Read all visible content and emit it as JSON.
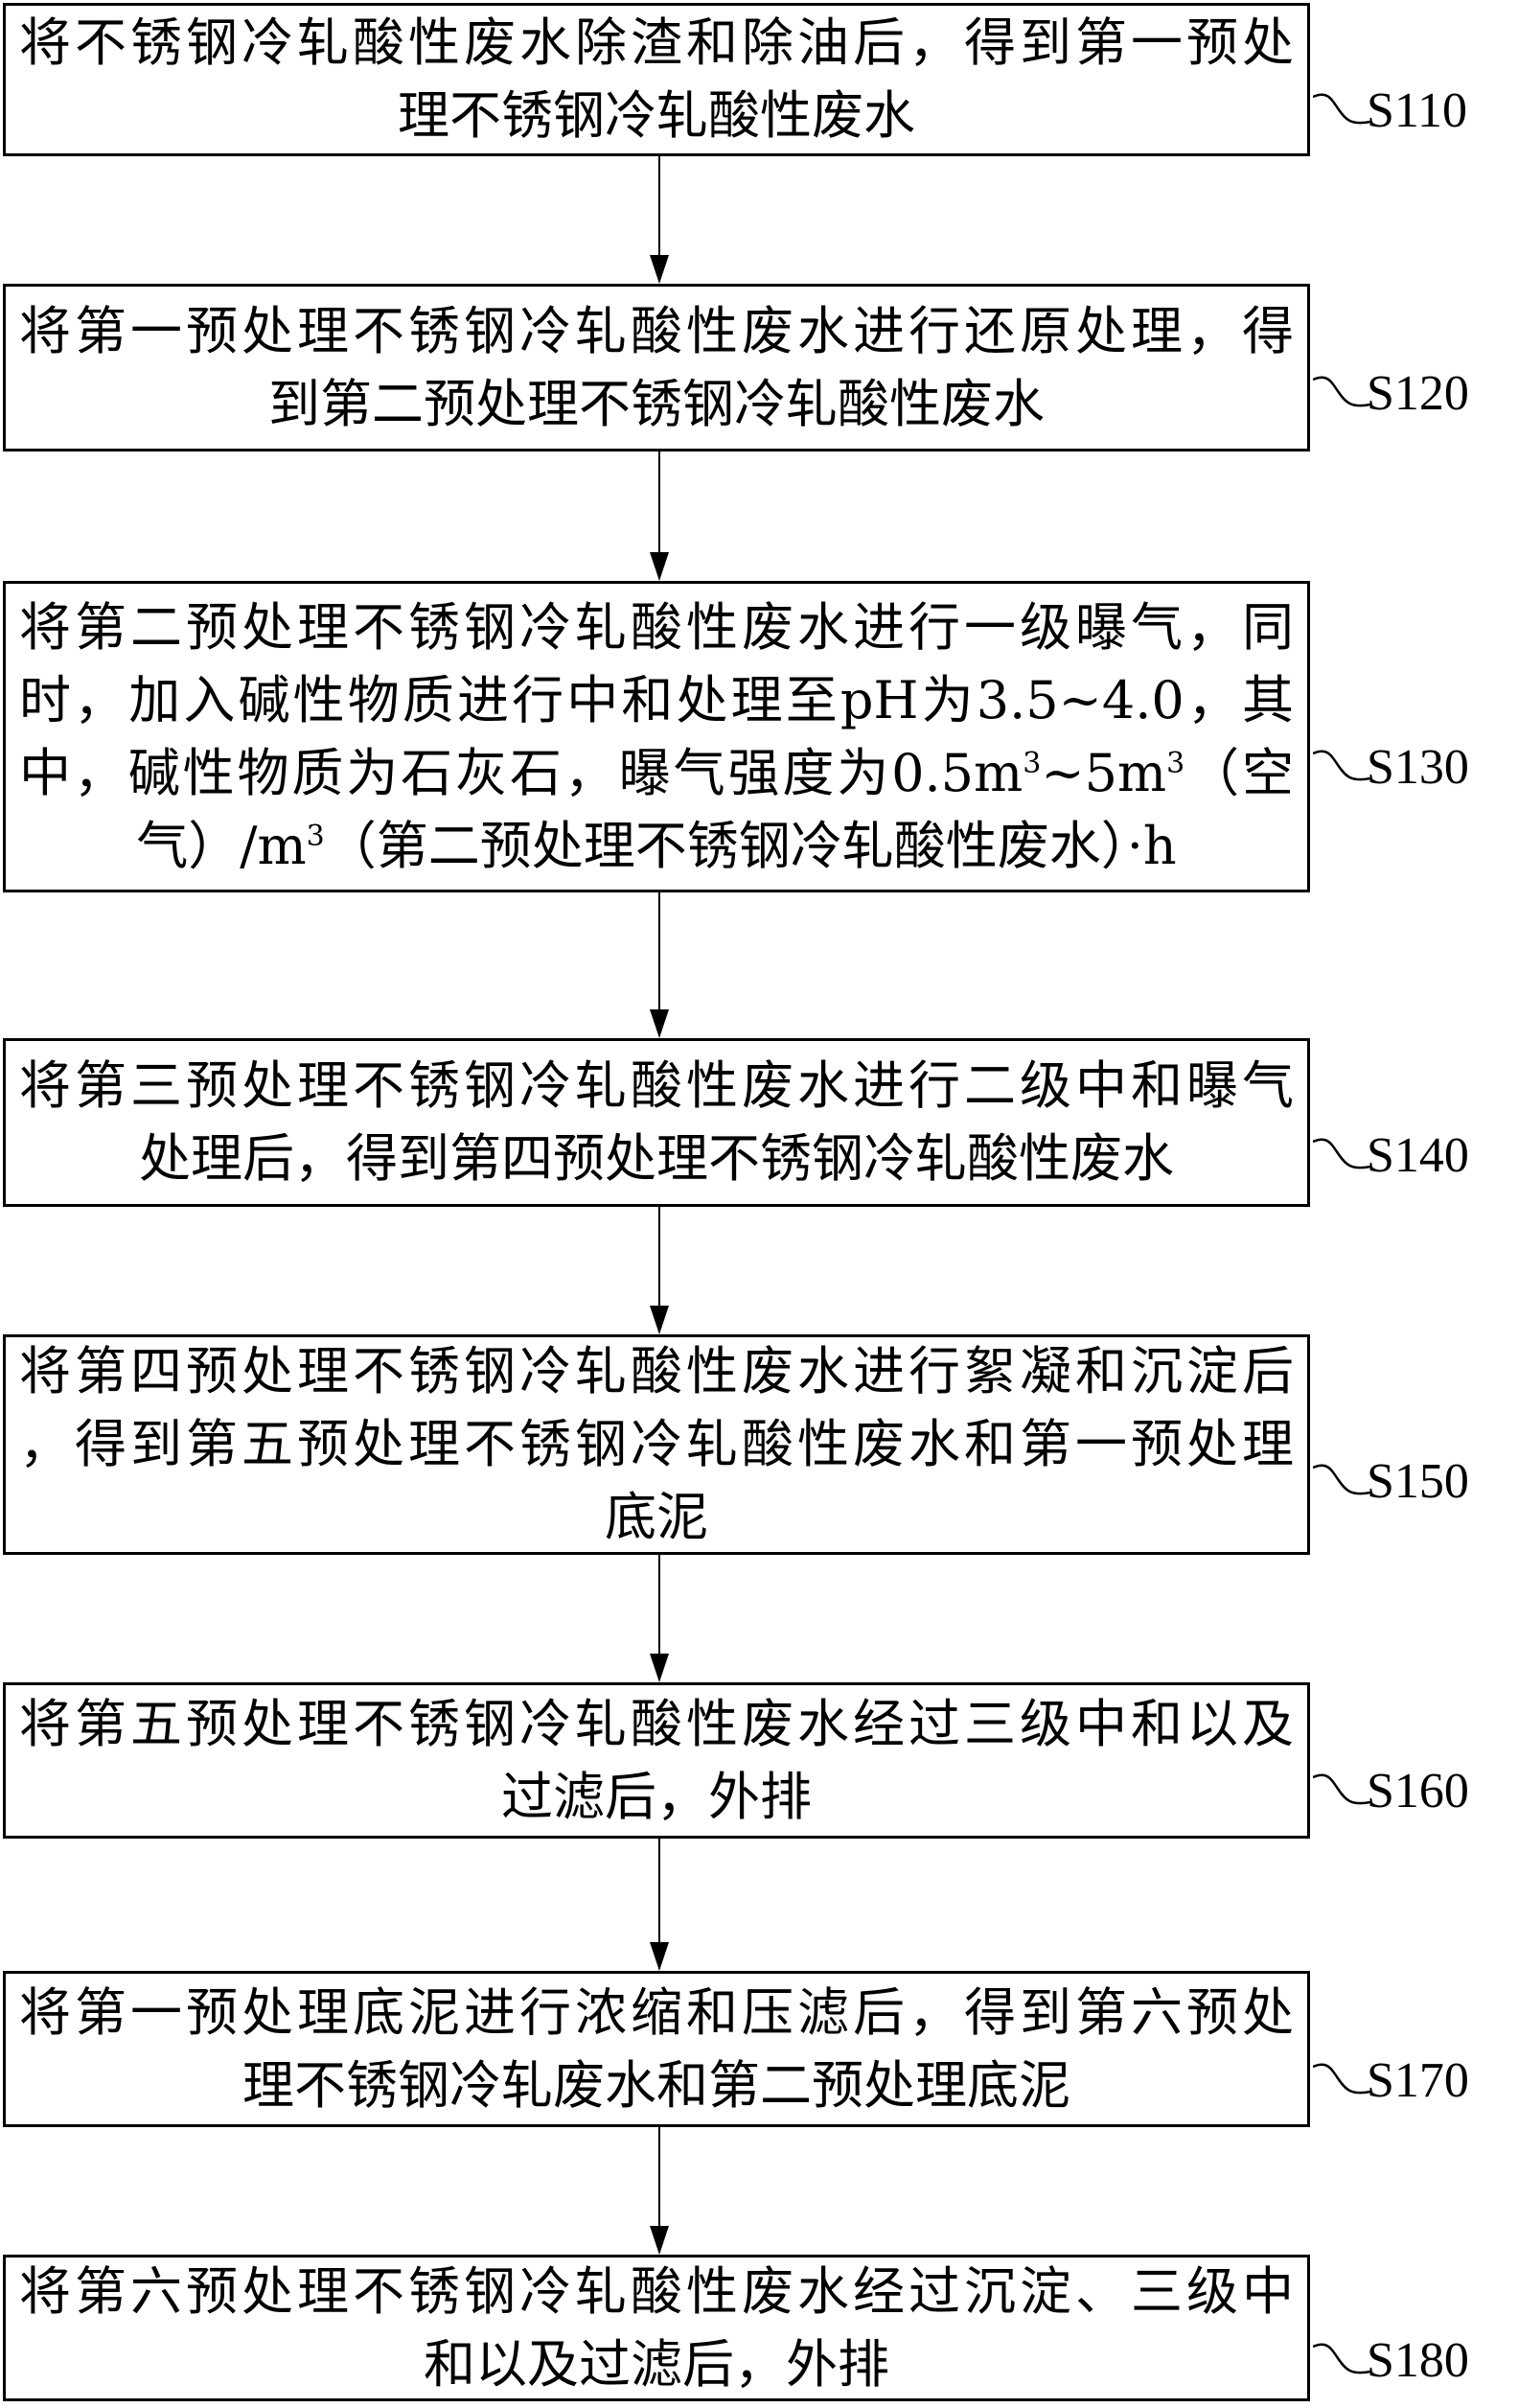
{
  "steps": [
    {
      "id": "S110",
      "lines": [
        "将不锈钢冷轧酸性废水除渣和除油后，得到第一预处",
        "理不锈钢冷轧酸性废水"
      ]
    },
    {
      "id": "S120",
      "lines": [
        "将第一预处理不锈钢冷轧酸性废水进行还原处理，得",
        "到第二预处理不锈钢冷轧酸性废水"
      ]
    },
    {
      "id": "S130",
      "lines": [
        "将第二预处理不锈钢冷轧酸性废水进行一级曝气，同",
        "时，加入碱性物质进行中和处理至pH为3.5~4.0，其"
      ],
      "line3": {
        "a": "中，碱性物质为石灰石，曝气强度为0.5m",
        "sup1": "3",
        "b": "~5m",
        "sup2": "3",
        "c": "（空"
      },
      "line4": {
        "a": "气）/m",
        "sup": "3",
        "b": "（第二预处理不锈钢冷轧酸性废水）·h"
      }
    },
    {
      "id": "S140",
      "lines": [
        "将第三预处理不锈钢冷轧酸性废水进行二级中和曝气",
        "处理后，得到第四预处理不锈钢冷轧酸性废水"
      ]
    },
    {
      "id": "S150",
      "lines": [
        "将第四预处理不锈钢冷轧酸性废水进行絮凝和沉淀后",
        "，得到第五预处理不锈钢冷轧酸性废水和第一预处理",
        "底泥"
      ]
    },
    {
      "id": "S160",
      "lines": [
        "将第五预处理不锈钢冷轧酸性废水经过三级中和以及",
        "过滤后，外排"
      ]
    },
    {
      "id": "S170",
      "lines": [
        "将第一预处理底泥进行浓缩和压滤后，得到第六预处",
        "理不锈钢冷轧废水和第二预处理底泥"
      ]
    },
    {
      "id": "S180",
      "lines": [
        "将第六预处理不锈钢冷轧酸性废水经过沉淀、三级中",
        "和以及过滤后，外排"
      ]
    }
  ]
}
